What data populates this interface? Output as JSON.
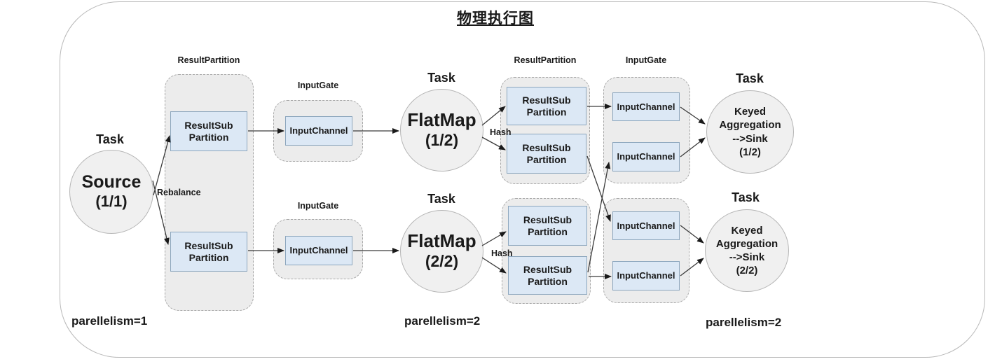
{
  "title": "物理执行图",
  "labels": {
    "task": "Task",
    "result_partition": "ResultPartition",
    "input_gate": "InputGate",
    "result_sub_partition": "ResultSub Partition",
    "input_channel": "InputChannel",
    "rebalance": "Rebalance",
    "hash": "Hash"
  },
  "nodes": {
    "source": {
      "name": "Source",
      "index": "(1/1)"
    },
    "flatmap_1": {
      "name": "FlatMap",
      "index": "(1/2)"
    },
    "flatmap_2": {
      "name": "FlatMap",
      "index": "(2/2)"
    },
    "keyed_agg_sink_1": {
      "name": "Keyed Aggregation",
      "arrow": "-->Sink",
      "index": "(1/2)"
    },
    "keyed_agg_sink_2": {
      "name": "Keyed Aggregation",
      "arrow": "-->Sink",
      "index": "(2/2)"
    }
  },
  "footers": {
    "parallelism_source": "parellelism=1",
    "parallelism_flatmap": "parellelism=2",
    "parallelism_sink": "parellelism=2"
  },
  "colors": {
    "subpartition_fill": "#dce8f5",
    "subpartition_border": "#8ca6bd",
    "container_fill": "#ececec",
    "container_border": "#a8a8a8",
    "task_circle_fill": "#f0f0f0",
    "task_circle_border": "#b5b5b5",
    "arrow": "#2b2b2b",
    "text": "#1a1a1a",
    "background": "#ffffff"
  }
}
